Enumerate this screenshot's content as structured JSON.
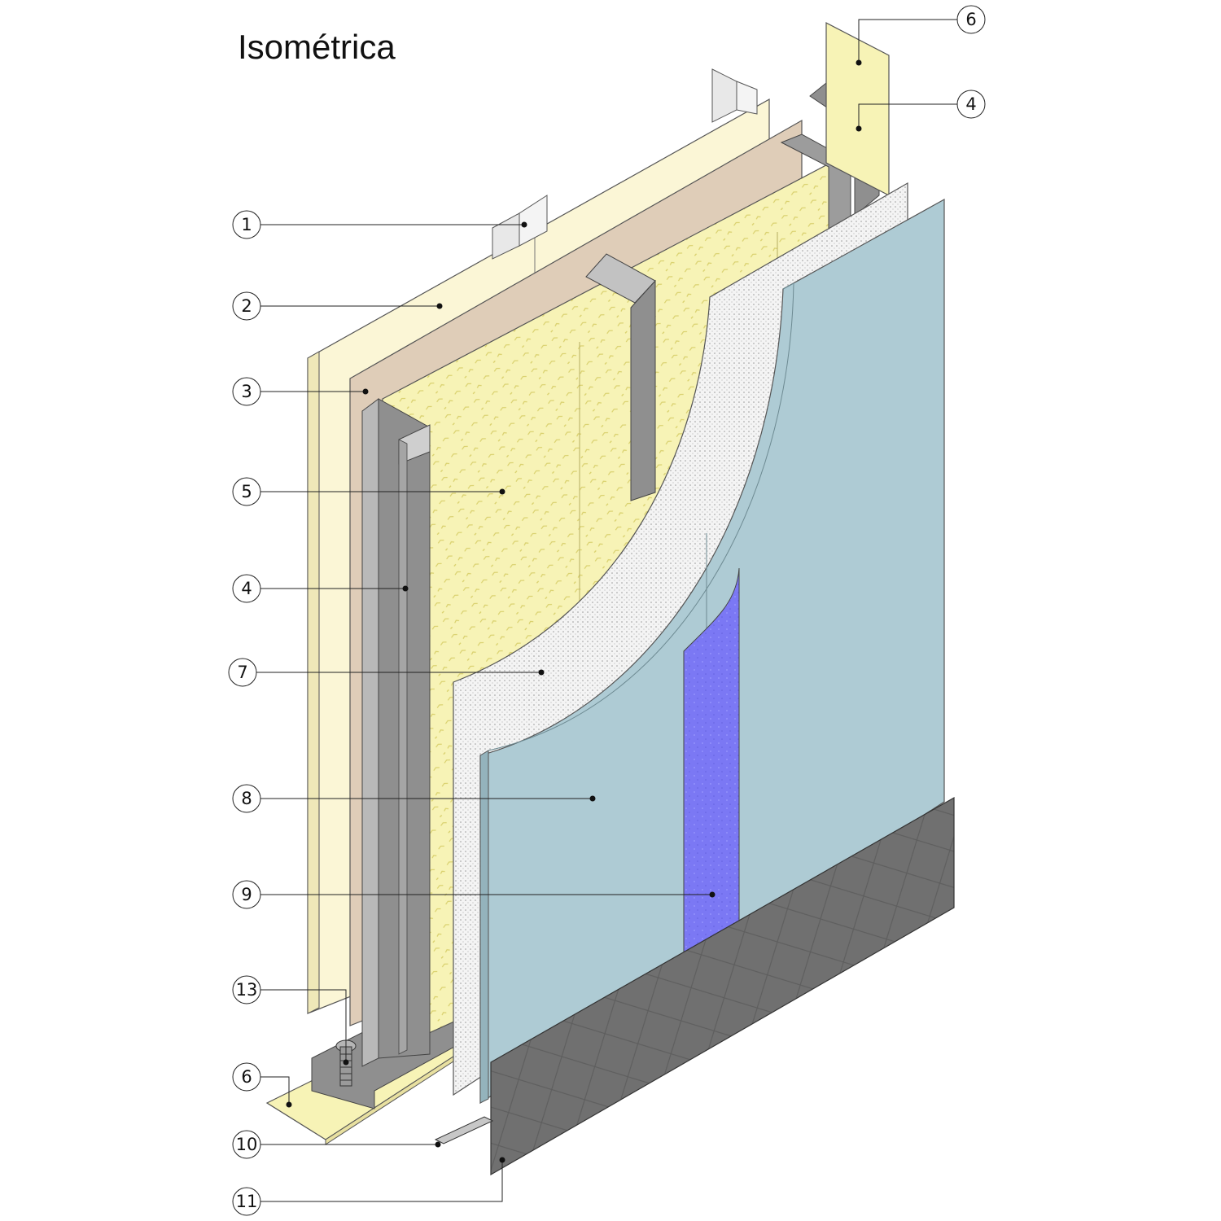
{
  "title": "Isométrica",
  "colors": {
    "yellow_board": "#fbf6d6",
    "insulation": "#f7f3b6",
    "membrane": "#dfcdb8",
    "steel": "#8f8f8f",
    "steel_light": "#b9b9b9",
    "mesh": "#f2f2f2",
    "cement_board": "#aecbd4",
    "tape": "#7b78f4",
    "skirting": "#6f6f6f",
    "leader": "#222222"
  },
  "callouts": [
    {
      "id": "c1",
      "number": "1"
    },
    {
      "id": "c2",
      "number": "2"
    },
    {
      "id": "c3",
      "number": "3"
    },
    {
      "id": "c5",
      "number": "5"
    },
    {
      "id": "c4a",
      "number": "4"
    },
    {
      "id": "c7",
      "number": "7"
    },
    {
      "id": "c8",
      "number": "8"
    },
    {
      "id": "c9",
      "number": "9"
    },
    {
      "id": "c13",
      "number": "13"
    },
    {
      "id": "c6a",
      "number": "6"
    },
    {
      "id": "c10",
      "number": "10"
    },
    {
      "id": "c11",
      "number": "11"
    },
    {
      "id": "c6b",
      "number": "6"
    },
    {
      "id": "c4b",
      "number": "4"
    }
  ]
}
